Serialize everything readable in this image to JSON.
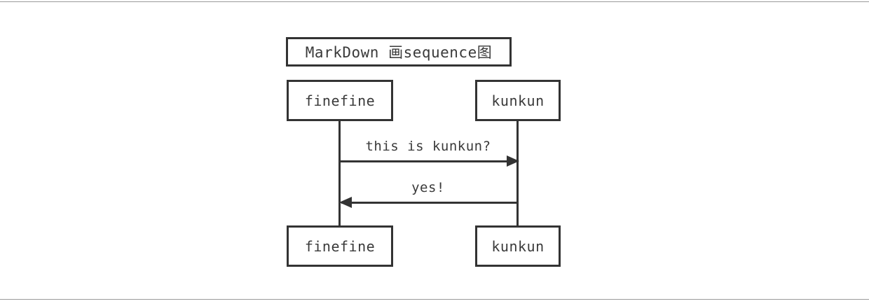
{
  "diagram": {
    "type": "uml-sequence",
    "title": "MarkDown 画sequence图",
    "participants": [
      {
        "id": "finefine",
        "name": "finefine"
      },
      {
        "id": "kunkun",
        "name": "kunkun"
      }
    ],
    "messages": [
      {
        "from": "finefine",
        "to": "kunkun",
        "text": "this is kunkun?",
        "direction": "right"
      },
      {
        "from": "kunkun",
        "to": "finefine",
        "text": "yes!",
        "direction": "left"
      }
    ]
  },
  "colors": {
    "stroke": "#333333",
    "text": "#3a3a3a",
    "background": "#ffffff",
    "page_rule": "#9a9a9a"
  }
}
